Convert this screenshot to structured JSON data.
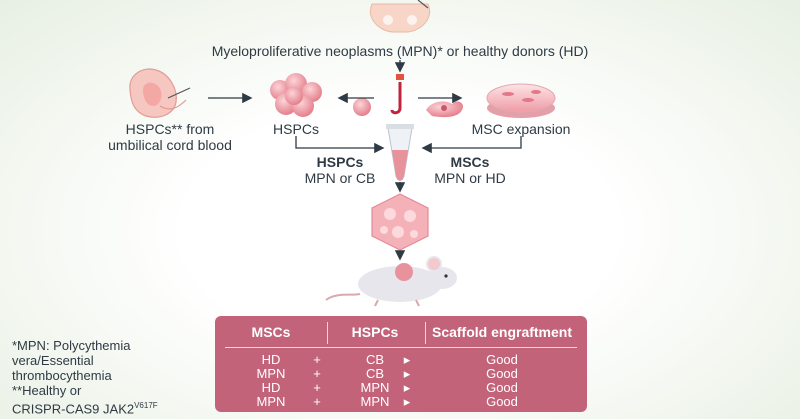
{
  "header": "Myeloproliferative neoplasms (MPN)* or healthy donors (HD)",
  "labels": {
    "cord_blood": [
      "HSPCs** from",
      "umbilical cord blood"
    ],
    "hspcs": "HSPCs",
    "msc_expansion": "MSC expansion",
    "hspcs_source_title": "HSPCs",
    "hspcs_source_sub": "MPN or CB",
    "mscs_source_title": "MSCs",
    "mscs_source_sub": "MPN or HD"
  },
  "table": {
    "headers": [
      "MSCs",
      "HSPCs",
      "Scaffold engraftment"
    ],
    "rows": [
      {
        "mscs": "HD",
        "op": "+",
        "hspcs": "CB",
        "arrow": "▸",
        "result": "Good"
      },
      {
        "mscs": "MPN",
        "op": "+",
        "hspcs": "CB",
        "arrow": "▸",
        "result": "Good"
      },
      {
        "mscs": "HD",
        "op": "+",
        "hspcs": "MPN",
        "arrow": "▸",
        "result": "Good"
      },
      {
        "mscs": "MPN",
        "op": "+",
        "hspcs": "MPN",
        "arrow": "▸",
        "result": "Good"
      }
    ]
  },
  "footnotes": {
    "line1": "*MPN: Polycythemia",
    "line2": "vera/Essential",
    "line3": "thrombocythemia",
    "line4": "**Healthy or",
    "line5_main": "CRISPR-CAS9 JAK2",
    "line5_sup": "V617F"
  },
  "icons": [
    "pelvis-icon",
    "fetus-uterus-icon",
    "hspc-cluster-icon",
    "single-cell-icon",
    "syringe-tube-icon",
    "msc-cell-icon",
    "petri-dish-icon",
    "tube-icon",
    "scaffold-icon",
    "mouse-icon"
  ],
  "colors": {
    "accent": "#c2637a",
    "cell": "#e8929c",
    "arrow": "#2f3a44"
  }
}
